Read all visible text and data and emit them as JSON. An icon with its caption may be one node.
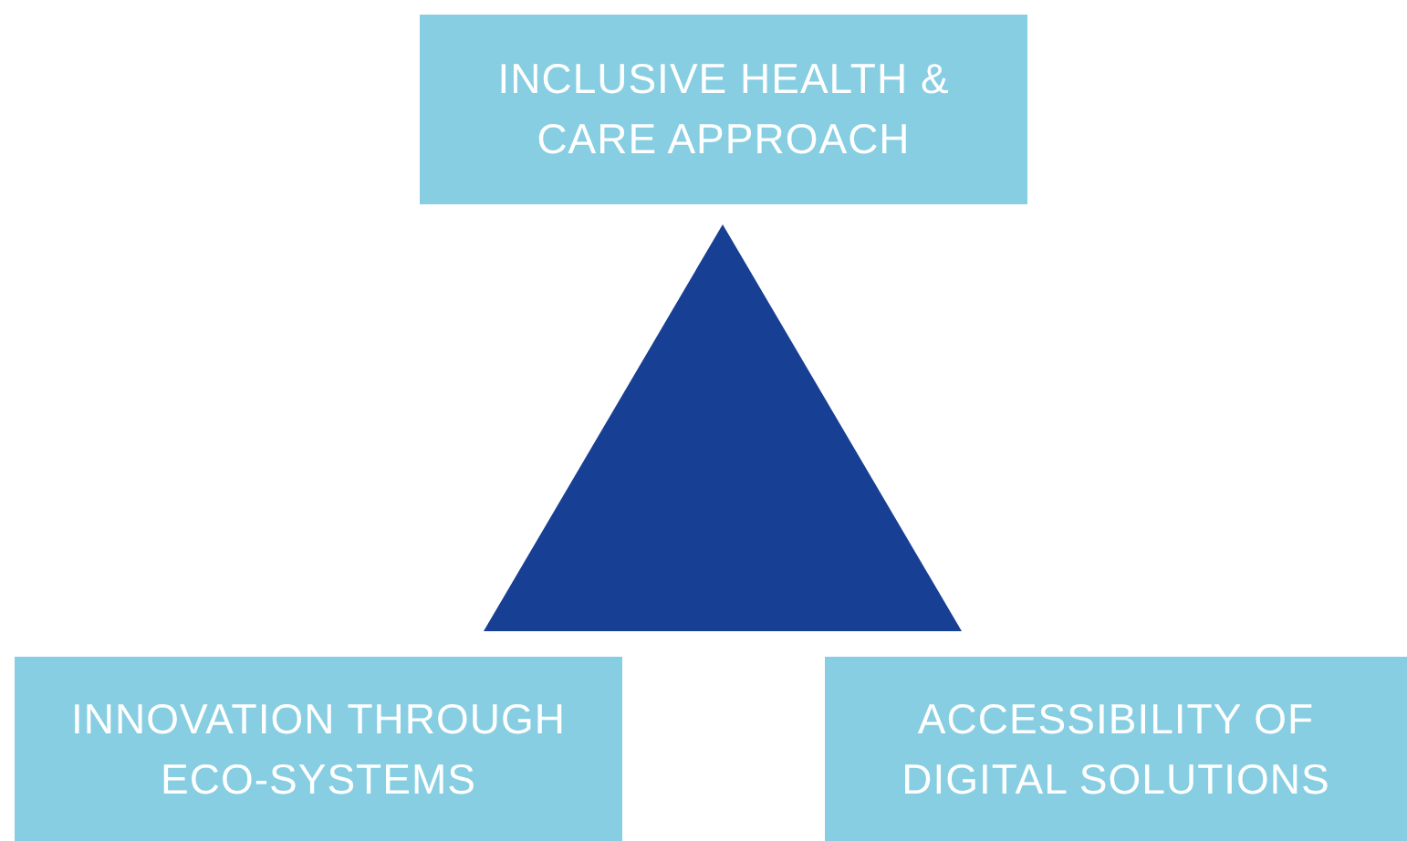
{
  "diagram": {
    "nodes": [
      {
        "text": [
          "INCLUSIVE HEALTH & CARE APPROACH"
        ]
      },
      {
        "text": [
          "INNOVATION THROUGH ECO-SYSTEMS"
        ]
      },
      {
        "text": [
          "ACCESSIBILITY OF DIGITAL SOLUTIONS"
        ]
      }
    ]
  }
}
